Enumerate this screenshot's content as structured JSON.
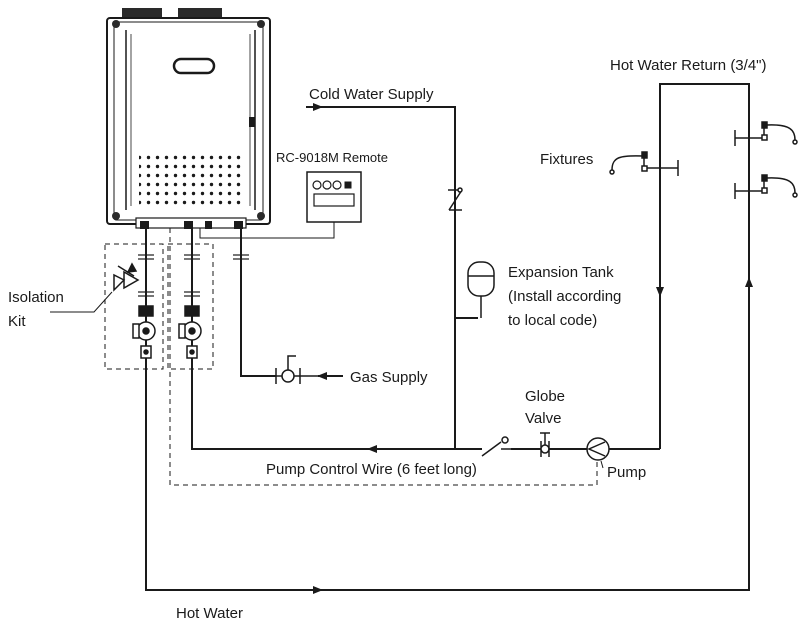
{
  "labels": {
    "hot_water_return": "Hot Water Return (3/4\")",
    "cold_water_supply": "Cold Water Supply",
    "remote": "RC-9018M Remote",
    "fixtures": "Fixtures",
    "expansion_tank_line1": "Expansion Tank",
    "expansion_tank_line2": "(Install according",
    "expansion_tank_line3": "to local code)",
    "isolation_kit_line1": "Isolation",
    "isolation_kit_line2": "Kit",
    "gas_supply": "Gas Supply",
    "globe_valve_line1": "Globe",
    "globe_valve_line2": "Valve",
    "pump_control_wire": "Pump Control Wire (6 feet long)",
    "pump": "Pump",
    "hot_water": "Hot Water"
  },
  "colors": {
    "line": "#1a1a1a",
    "heater_body": "#2a2a2a",
    "background": "#ffffff"
  },
  "icons": [
    "water-heater-icon",
    "remote-controller-icon",
    "expansion-tank-icon",
    "check-valve-icon",
    "globe-valve-icon",
    "pump-icon",
    "gas-valve-icon",
    "pressure-relief-valve-icon",
    "isolation-valve-icon",
    "fixture-faucet-icon",
    "flow-arrow-icon"
  ]
}
